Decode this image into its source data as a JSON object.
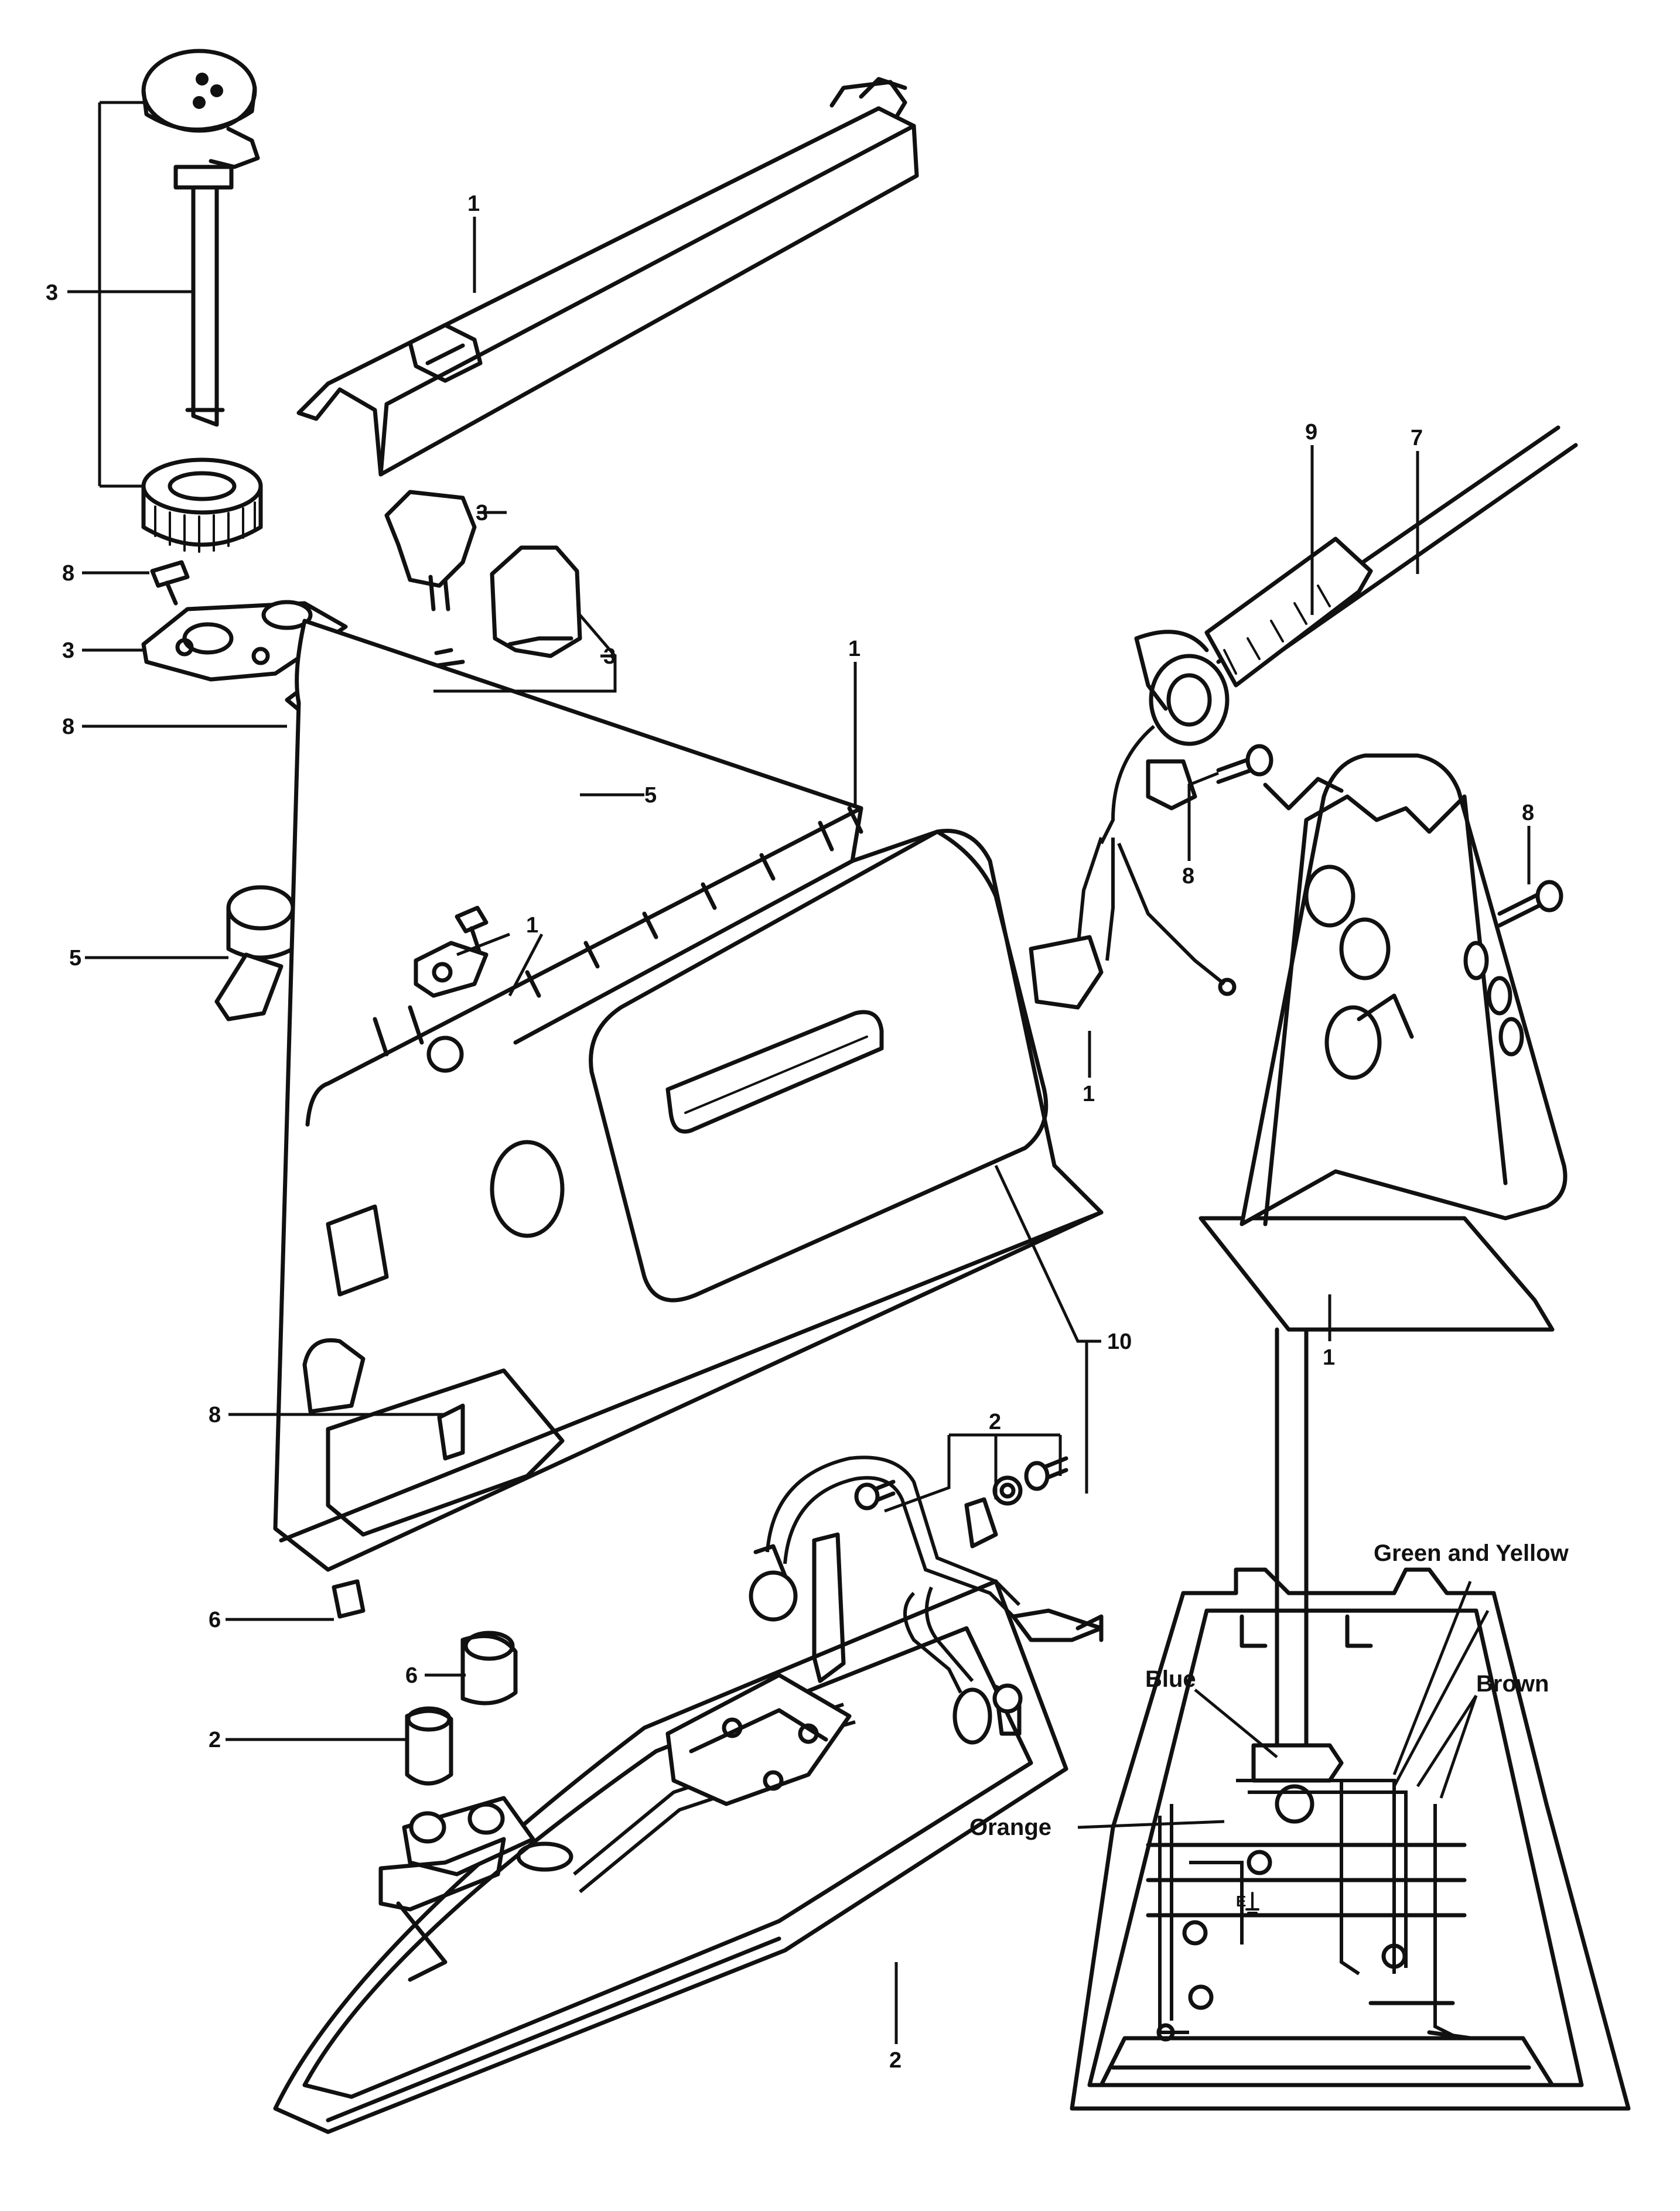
{
  "callouts": {
    "1": "1",
    "2": "2",
    "3": "3",
    "5": "5",
    "6": "6",
    "7": "7",
    "8": "8",
    "9": "9",
    "10": "10"
  },
  "wiring": {
    "green_and_yellow": "Green and Yellow",
    "blue": "Blue",
    "brown": "Brown",
    "orange": "Orange",
    "earth_mark": "E"
  }
}
